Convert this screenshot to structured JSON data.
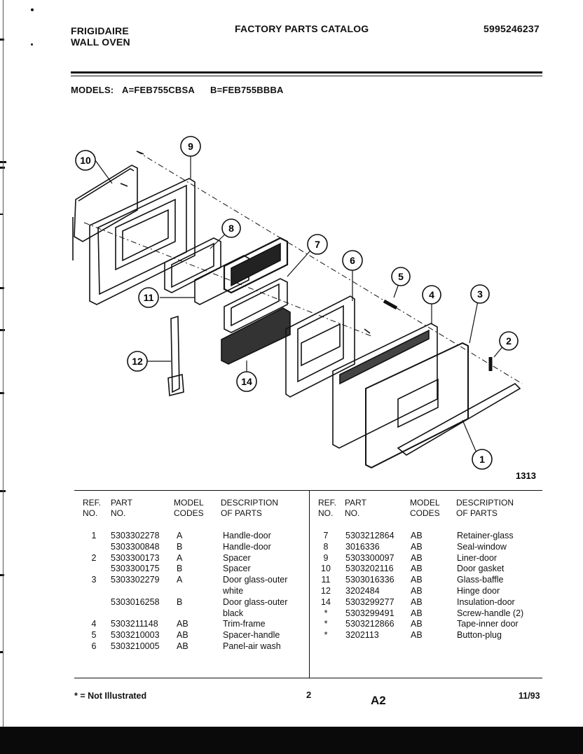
{
  "header": {
    "brand_line1": "FRIGIDAIRE",
    "brand_line2": "WALL OVEN",
    "catalog_title": "FACTORY PARTS CATALOG",
    "catalog_number": "5995246237"
  },
  "models": {
    "label": "MODELS:",
    "model_a": "A=FEB755CBSA",
    "model_b": "B=FEB755BBBA"
  },
  "diagram": {
    "callouts": [
      "10",
      "9",
      "8",
      "7",
      "6",
      "5",
      "4",
      "3",
      "2",
      "11",
      "12",
      "14",
      "1"
    ],
    "figure_number": "1313"
  },
  "table": {
    "headers": {
      "ref_line1": "REF.",
      "ref_line2": "NO.",
      "part_line1": "PART",
      "part_line2": "NO.",
      "model_line1": "MODEL",
      "model_line2": "CODES",
      "desc_line1": "DESCRIPTION",
      "desc_line2": "OF PARTS"
    },
    "left_rows": [
      {
        "ref": "1",
        "part": "5303302278",
        "model": "A",
        "desc": "Handle-door"
      },
      {
        "ref": "",
        "part": "5303300848",
        "model": "B",
        "desc": "Handle-door"
      },
      {
        "ref": "2",
        "part": "5303300173",
        "model": "A",
        "desc": "Spacer"
      },
      {
        "ref": "",
        "part": "5303300175",
        "model": "B",
        "desc": "Spacer"
      },
      {
        "ref": "3",
        "part": "5303302279",
        "model": "A",
        "desc": "Door glass-outer"
      },
      {
        "ref": "",
        "part": "",
        "model": "",
        "desc": "white"
      },
      {
        "ref": "",
        "part": "5303016258",
        "model": "B",
        "desc": "Door glass-outer"
      },
      {
        "ref": "",
        "part": "",
        "model": "",
        "desc": "black"
      },
      {
        "ref": "4",
        "part": "5303211148",
        "model": "AB",
        "desc": "Trim-frame"
      },
      {
        "ref": "5",
        "part": "5303210003",
        "model": "AB",
        "desc": "Spacer-handle"
      },
      {
        "ref": "6",
        "part": "5303210005",
        "model": "AB",
        "desc": "Panel-air wash"
      }
    ],
    "right_rows": [
      {
        "ref": "7",
        "part": "5303212864",
        "model": "AB",
        "desc": "Retainer-glass"
      },
      {
        "ref": "8",
        "part": "3016336",
        "model": "AB",
        "desc": "Seal-window"
      },
      {
        "ref": "9",
        "part": "5303300097",
        "model": "AB",
        "desc": "Liner-door"
      },
      {
        "ref": "10",
        "part": "5303202116",
        "model": "AB",
        "desc": "Door gasket"
      },
      {
        "ref": "11",
        "part": "5303016336",
        "model": "AB",
        "desc": "Glass-baffle"
      },
      {
        "ref": "12",
        "part": "3202484",
        "model": "AB",
        "desc": "Hinge door"
      },
      {
        "ref": "14",
        "part": "5303299277",
        "model": "AB",
        "desc": "Insulation-door"
      },
      {
        "ref": "*",
        "part": "5303299491",
        "model": "AB",
        "desc": "Screw-handle (2)"
      },
      {
        "ref": "*",
        "part": "5303212866",
        "model": "AB",
        "desc": "Tape-inner door"
      },
      {
        "ref": "*",
        "part": "3202113",
        "model": "AB",
        "desc": "Button-plug"
      }
    ]
  },
  "footer": {
    "note": "* = Not Illustrated",
    "page": "2",
    "section": "A2",
    "date": "11/93"
  }
}
